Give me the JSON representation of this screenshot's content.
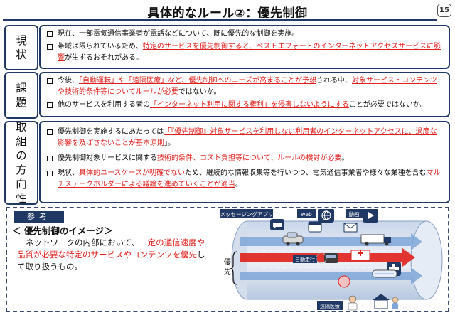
{
  "header": {
    "title": "具体的なルール②：優先制御",
    "page_number": "15"
  },
  "sections": {
    "current": {
      "label": [
        "現",
        "状"
      ],
      "bullet1": "現在、一部電気通信事業者が電話などについて、既に優先的な制御を実施。",
      "bullet2_a": "帯域は限られているため、",
      "bullet2_red": "特定のサービスを優先制御すると、ベストエフォートのインターネットアクセスサービスに影響",
      "bullet2_b": "が生ずるおそれがある。"
    },
    "issues": {
      "label": [
        "課",
        "題"
      ],
      "bullet1_a": "今後、",
      "bullet1_red1": "「自動運転」や「遠隔医療」など、優先制御へのニーズが高まることが予想",
      "bullet1_b": "される中、",
      "bullet1_red2": "対象サービス・コンテンツや技術的条件等についてルールが必要",
      "bullet1_c": "ではないか。",
      "bullet2_a": "他のサービスを利用する者の",
      "bullet2_red": "「インターネット利用に関する権利」を侵害しないようにする",
      "bullet2_b": "ことが必要ではないか。"
    },
    "direction": {
      "label": [
        "取",
        "組",
        "の",
        "方",
        "向",
        "性"
      ],
      "bullet1_a": "優先制御を実施するにあたっては",
      "bullet1_red": "「『優先制御』対象サービスを利用しない利用者のインターネットアクセスに、過度な影響を及ぼさないことが基本原則",
      "bullet1_b": "」。",
      "bullet2_a": "優先制御対象サービスに関する",
      "bullet2_red": "技術的条件、コスト負担等について、ルールの検討が必要",
      "bullet2_b": "。",
      "bullet3_a": "現状、",
      "bullet3_red1": "具体的ユースケースが明確でない",
      "bullet3_b": "ため、継続的な情報収集等を行いつつ、電気通信事業者や様々な業種を含む",
      "bullet3_red2": "マルチステークホルダーによる議論を進めていくことが適当",
      "bullet3_c": "。"
    }
  },
  "reference": {
    "tag": "参考",
    "heading": "＜ 優先制御のイメージ＞",
    "text_a": "ネットワークの内部において、",
    "text_red": "一定の通信速度や品質が必要な特定のサービスやコンテンツを優先",
    "text_b": "して取り扱うもの。",
    "illustration": {
      "labels": {
        "messaging": "メッセージングアプリ",
        "web": "web",
        "video": "動画",
        "autonomous": "自動走行",
        "telemedicine": "遠隔医療",
        "priority": "優先"
      },
      "colors": {
        "navy": "#1f3864",
        "lane_blue": "#7ea6d8",
        "priority_red": "#e0201c",
        "tube": "#dfe7f2"
      }
    }
  }
}
